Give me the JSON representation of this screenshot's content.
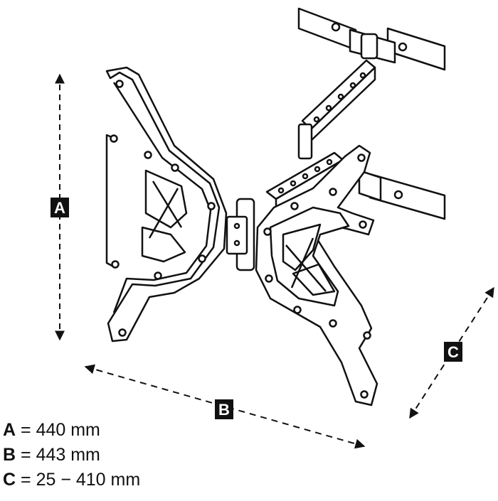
{
  "labels": {
    "a": "A",
    "b": "B",
    "c": "C"
  },
  "dimensions": [
    {
      "key": "A",
      "sep": " = ",
      "value": "440 mm"
    },
    {
      "key": "B",
      "sep": " = ",
      "value": "443 mm"
    },
    {
      "key": "C",
      "sep": " = ",
      "value": "25 − 410 mm"
    }
  ],
  "colors": {
    "ink": "#111111",
    "paper": "#ffffff",
    "label_bg": "#111111",
    "label_text": "#ffffff"
  }
}
